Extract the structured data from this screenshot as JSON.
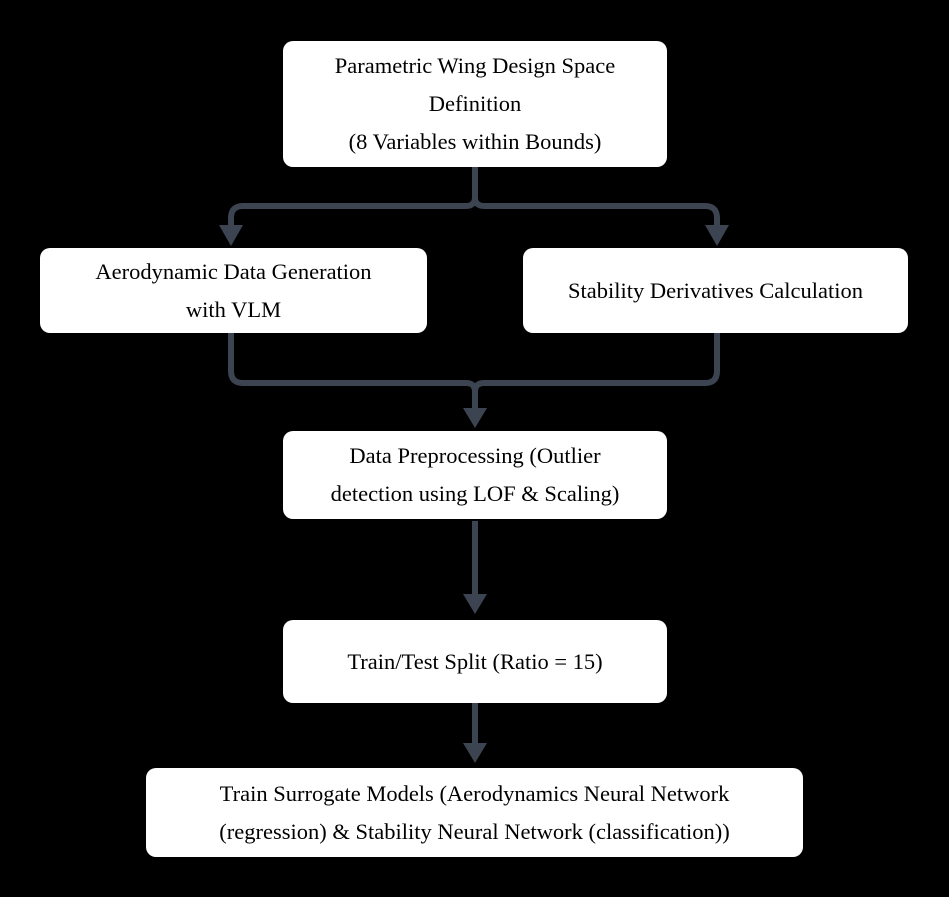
{
  "colors": {
    "background": "#000000",
    "node_fill": "#ffffff",
    "node_text": "#000000",
    "arrow": "#3d4451"
  },
  "nodes": [
    {
      "id": "design-space",
      "lines": [
        "Parametric Wing Design Space",
        "Definition",
        "(8 Variables within Bounds)"
      ]
    },
    {
      "id": "aero-data-generation",
      "lines": [
        "Aerodynamic Data Generation",
        "with VLM"
      ]
    },
    {
      "id": "stability-derivatives",
      "lines": [
        "Stability Derivatives Calculation"
      ]
    },
    {
      "id": "data-preprocessing",
      "lines": [
        "Data Preprocessing (Outlier",
        "detection using LOF & Scaling)"
      ]
    },
    {
      "id": "train-test-split",
      "lines": [
        "Train/Test Split (Ratio = 15)"
      ]
    },
    {
      "id": "train-surrogate-models",
      "lines": [
        "Train Surrogate Models (Aerodynamics Neural Network",
        "(regression) & Stability Neural Network (classification))"
      ]
    }
  ],
  "edges": [
    {
      "from": "design-space",
      "to": "aero-data-generation"
    },
    {
      "from": "design-space",
      "to": "stability-derivatives"
    },
    {
      "from": "aero-data-generation",
      "to": "data-preprocessing"
    },
    {
      "from": "stability-derivatives",
      "to": "data-preprocessing"
    },
    {
      "from": "data-preprocessing",
      "to": "train-test-split"
    },
    {
      "from": "train-test-split",
      "to": "train-surrogate-models"
    }
  ]
}
